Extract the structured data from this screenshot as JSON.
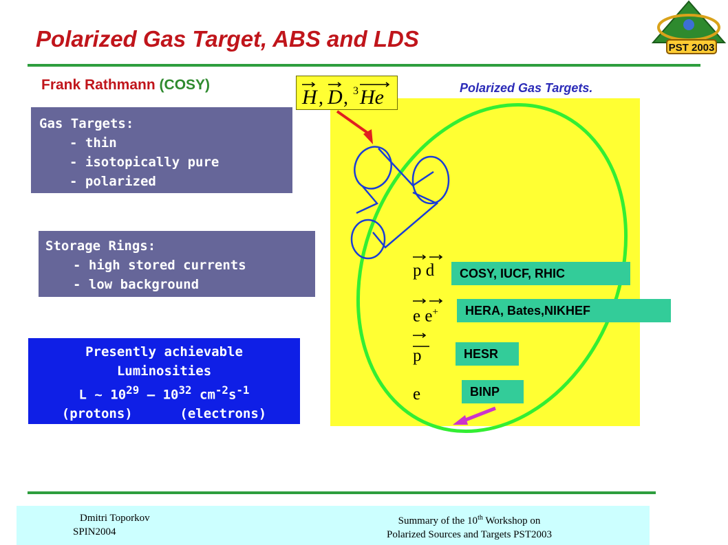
{
  "slide": {
    "title": "Polarized Gas Target, ABS and LDS",
    "author_name": "Frank Rathmann",
    "author_affiliation": "(COSY)",
    "panel_label": "Polarized Gas Targets."
  },
  "gas_targets": {
    "heading": "Gas Targets:",
    "items": [
      "- thin",
      "- isotopically pure",
      "- polarized"
    ]
  },
  "storage_rings": {
    "heading": "Storage Rings:",
    "items": [
      "- high stored currents",
      "- low background"
    ]
  },
  "luminosity": {
    "line1": "Presently achievable",
    "line2": "Luminosities",
    "line3_prefix": "L ~ 10",
    "exp_low": "29",
    "dash": "–",
    "mid": "10",
    "exp_high": "32",
    "unit_cm": "cm",
    "exp_cm": "-2",
    "unit_s": "s",
    "exp_s": "-1",
    "line4_left": "(protons)",
    "line4_right": "(electrons)"
  },
  "formula": {
    "h": "H",
    "d": "D",
    "he_super": "3",
    "he": "He",
    "sep": ","
  },
  "particles": {
    "pd": "p d",
    "ee_e": "e e",
    "ee_plus": "+",
    "pbar": "p",
    "e": "e"
  },
  "facilities": {
    "cosy": "COSY, IUCF, RHIC",
    "hera": "HERA, Bates,NIKHEF",
    "hesr": "HESR",
    "binp": "BINP"
  },
  "footer": {
    "left_line1": "Dmitri Toporkov",
    "left_line2": "SPIN2004",
    "right_line1_a": "Summary of the 10",
    "right_line1_sup": "th",
    "right_line1_b": " Workshop on",
    "right_line2": "Polarized Sources and Targets PST2003"
  },
  "logo": {
    "text": "PST 2003"
  },
  "colors": {
    "title": "#c0151b",
    "rule": "#2e9e3e",
    "panel": "#ffff33",
    "ring": "#33ee33",
    "tag": "#33cc99",
    "box_gray": "#666699",
    "box_blue": "#0f1fe6",
    "footer": "#ccffff"
  }
}
